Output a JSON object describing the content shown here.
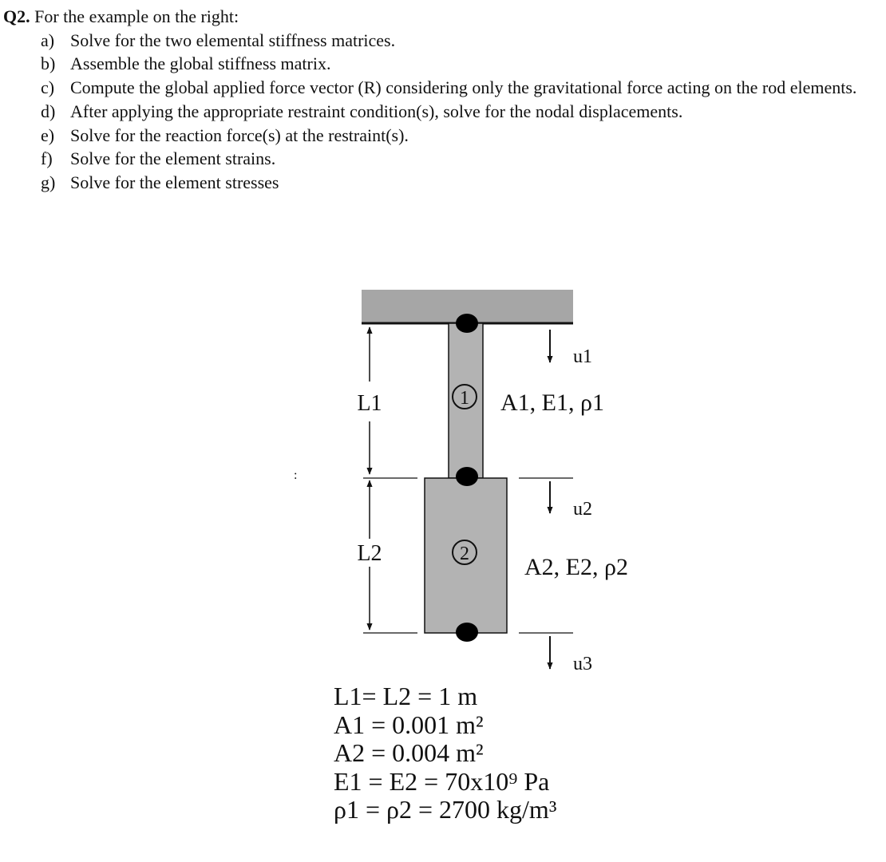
{
  "question": {
    "number": "Q2.",
    "intro": "For the example on the right:",
    "items": [
      {
        "letter": "a)",
        "text": "Solve for the two elemental stiffness matrices."
      },
      {
        "letter": "b)",
        "text": "Assemble the global stiffness matrix."
      },
      {
        "letter": "c)",
        "text": "Compute the global applied force vector (R) considering only the gravitational force acting on the rod elements."
      },
      {
        "letter": "d)",
        "text": "After applying the appropriate restraint condition(s), solve for the nodal displacements."
      },
      {
        "letter": "e)",
        "text": "Solve for the reaction force(s) at the restraint(s)."
      },
      {
        "letter": "f)",
        "text": "Solve for the element strains."
      },
      {
        "letter": "g)",
        "text": "Solve for the element stresses"
      }
    ]
  },
  "figure": {
    "labels": {
      "L1": "L1",
      "L2": "L2",
      "element1": "1",
      "element2": "2",
      "props1": "A1, E1, ρ1",
      "props2": "A2, E2, ρ2",
      "u1": "u1",
      "u2": "u2",
      "u3": "u3",
      "stray_mark": ":"
    },
    "colors": {
      "rod": "#b3b3b3",
      "support": "#a6a6a6",
      "node": "#000000"
    }
  },
  "parameters": [
    "L1= L2 = 1 m",
    "A1 = 0.001 m²",
    "A2 = 0.004 m²",
    "E1 = E2 = 70x10⁹ Pa",
    "ρ1 = ρ2 = 2700 kg/m³"
  ]
}
